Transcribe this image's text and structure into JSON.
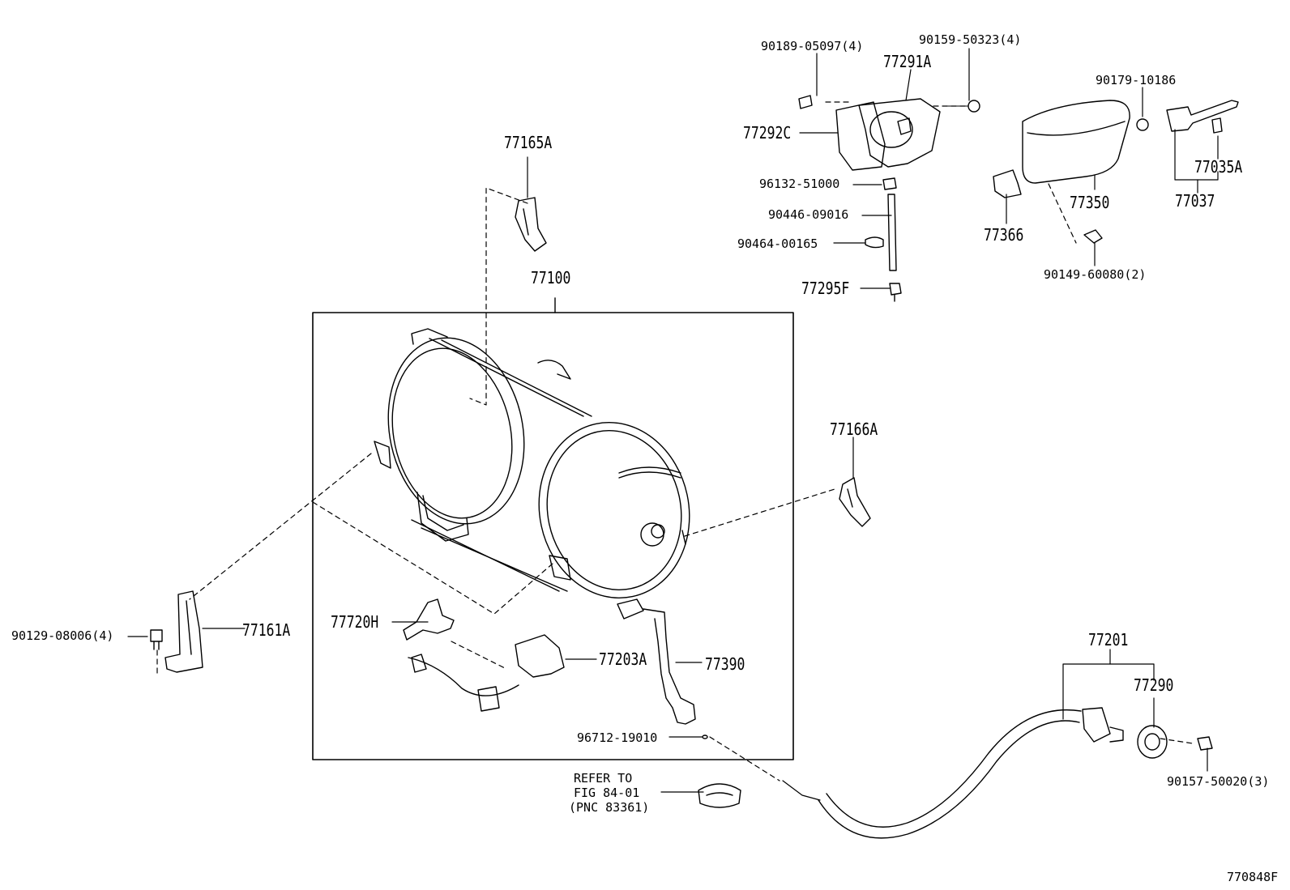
{
  "diagram_id": "770848F",
  "labels": {
    "p90189": "90189-05097(4)",
    "p90159": "90159-50323(4)",
    "p77291A": "77291A",
    "p77292C": "77292C",
    "p96132": "96132-51000",
    "p90446": "90446-09016",
    "p90464": "90464-00165",
    "p77295F": "77295F",
    "p90179": "90179-10186",
    "p77035A": "77035A",
    "p77037": "77037",
    "p77350": "77350",
    "p77366": "77366",
    "p90149": "90149-60080(2)",
    "p77165A": "77165A",
    "p77100": "77100",
    "p77166A": "77166A",
    "p77161A": "77161A",
    "p90129": "90129-08006(4)",
    "p77720H": "77720H",
    "p77203A": "77203A",
    "p77390": "77390",
    "p96712": "96712-19010",
    "p77201": "77201",
    "p77290": "77290",
    "p90157": "90157-50020(3)"
  },
  "refer": {
    "line1": "REFER TO",
    "line2": "FIG 84-01",
    "line3": "(PNC 83361)"
  }
}
